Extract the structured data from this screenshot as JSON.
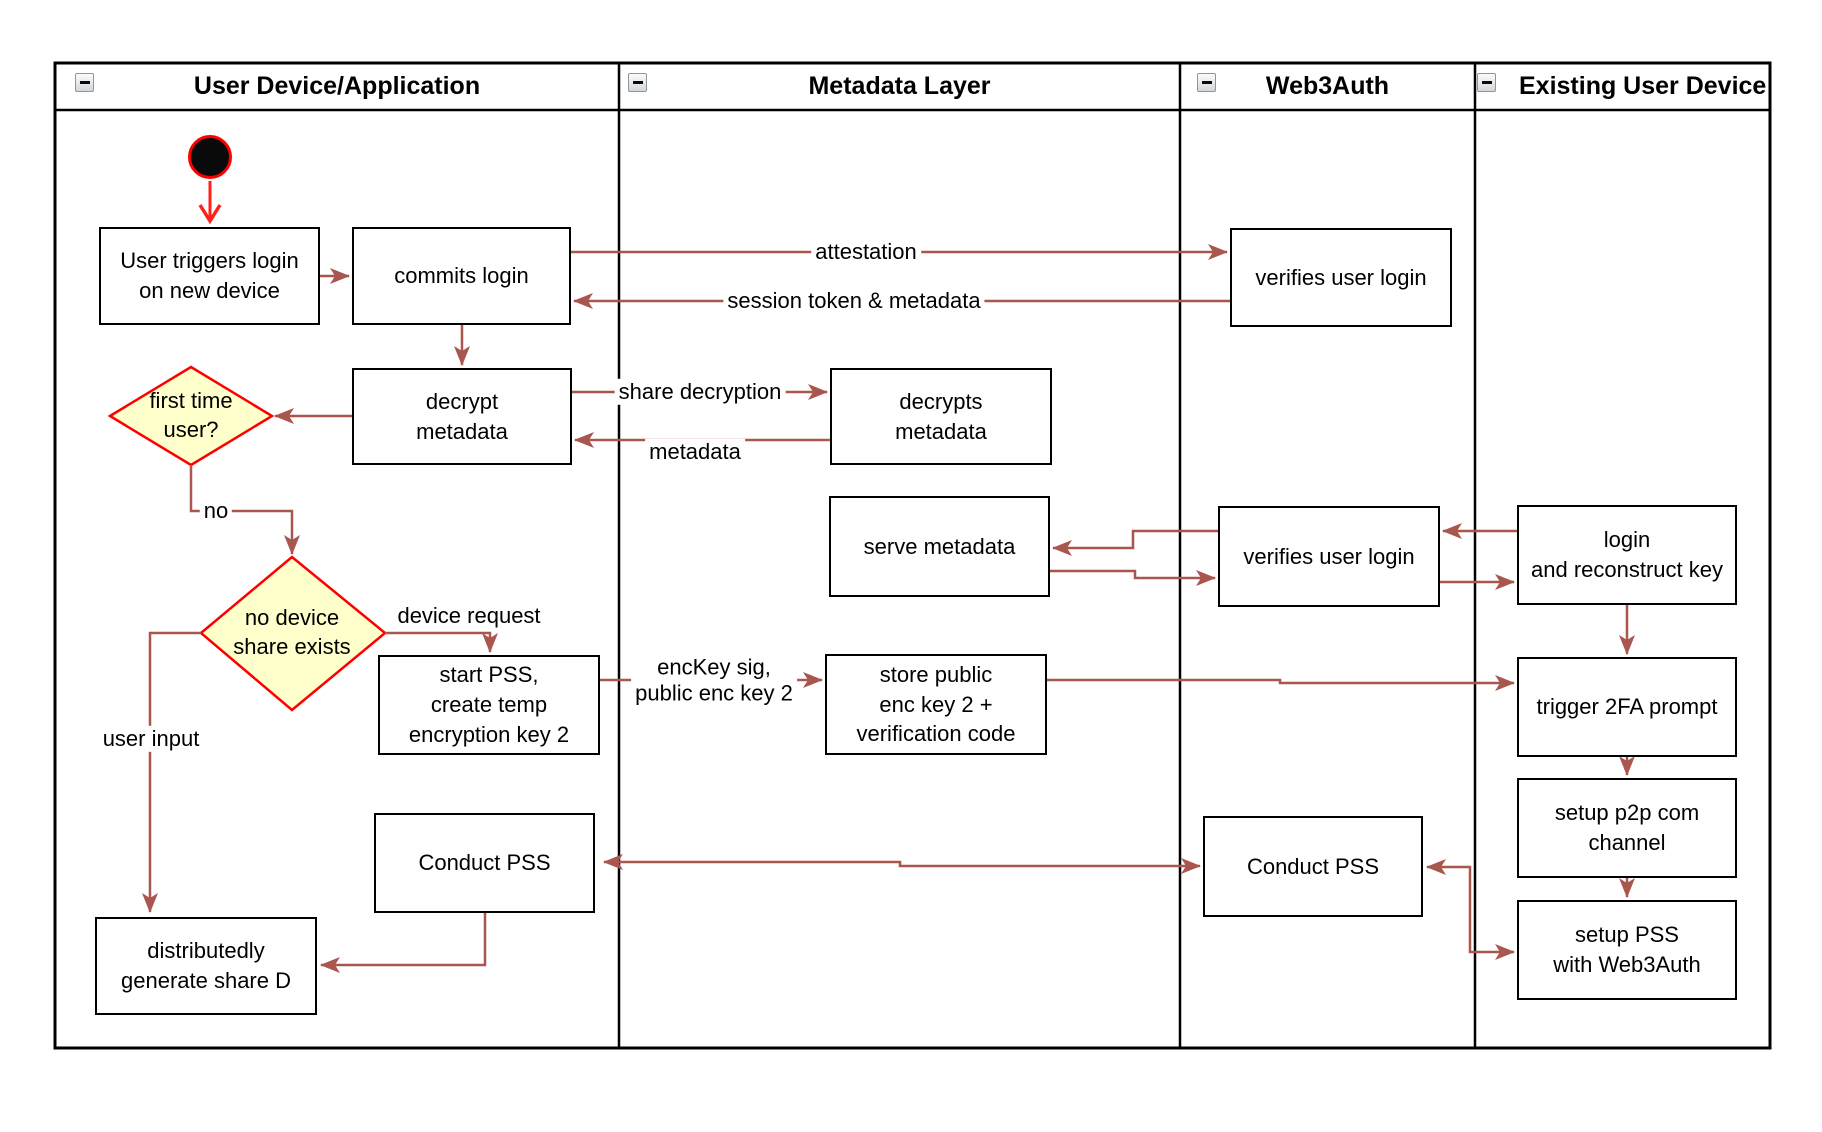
{
  "diagram_title": "Web3Auth new-device login / PSS flow",
  "colors": {
    "connector": "#a8564e",
    "start_arrow": "#ff201a",
    "start_node_fill": "#0a0a0a",
    "start_node_border": "#ff0000",
    "decision_border": "#ff0000",
    "decision_fill": "#ffffcc",
    "box_border": "#000000",
    "box_fill": "#ffffff",
    "lane_border": "#000000"
  },
  "icons": {
    "collapse": "minus-square"
  },
  "lanes": [
    {
      "title": "User Device/Application"
    },
    {
      "title": "Metadata Layer"
    },
    {
      "title": "Web3Auth"
    },
    {
      "title": "Existing User Device"
    }
  ],
  "nodes": {
    "user_triggers": {
      "text": "User triggers login\non new device"
    },
    "commits_login": {
      "text": "commits login"
    },
    "verifies_top": {
      "text": "verifies user login"
    },
    "decrypt_metadata": {
      "text": "decrypt\nmetadata"
    },
    "decrypts_metadata": {
      "text": "decrypts\nmetadata"
    },
    "first_time_user": {
      "text": "first time\nuser?"
    },
    "serve_metadata": {
      "text": "serve metadata"
    },
    "verifies_mid": {
      "text": "verifies user login"
    },
    "login_reconstruct": {
      "text": "login\nand reconstruct key"
    },
    "no_device_share": {
      "text": "no device\nshare exists"
    },
    "start_pss": {
      "text": "start PSS,\ncreate temp\nencryption key 2"
    },
    "store_public": {
      "text": "store public\nenc key 2 +\nverification code"
    },
    "trigger_2fa": {
      "text": "trigger 2FA prompt"
    },
    "setup_p2p": {
      "text": "setup p2p com\nchannel"
    },
    "setup_pss": {
      "text": "setup PSS\nwith Web3Auth"
    },
    "conduct_pss_left": {
      "text": "Conduct PSS"
    },
    "conduct_pss_w3a": {
      "text": "Conduct PSS"
    },
    "distributedly": {
      "text": "distributedly\ngenerate share D"
    }
  },
  "edge_labels": {
    "attestation": "attestation",
    "session_token": "session token & metadata",
    "share_decryption": "share decryption",
    "metadata": "metadata",
    "no": "no",
    "device_request": "device request",
    "enckey": "encKey sig,\npublic enc key 2",
    "user_input": "user input"
  }
}
